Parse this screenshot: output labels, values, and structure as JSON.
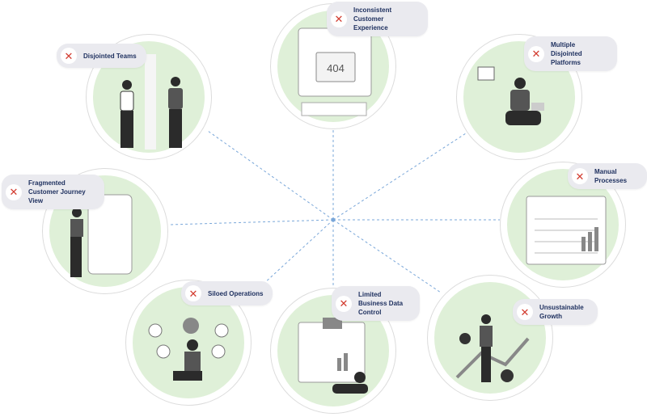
{
  "colors": {
    "accent_red": "#d23a2e",
    "label_text": "#1d2f5e",
    "badge_bg": "#eaeaef",
    "circle_fill": "#dff0d8",
    "connector": "#7aa7d9"
  },
  "nodes": [
    {
      "id": "teams",
      "label": "Disjointed Teams",
      "icon": "x-icon"
    },
    {
      "id": "experience",
      "label": "Inconsistent Customer Experience",
      "icon": "x-icon"
    },
    {
      "id": "platforms",
      "label": "Multiple Disjointed Platforms",
      "icon": "x-icon"
    },
    {
      "id": "journey",
      "label": "Fragmented Customer Journey View",
      "icon": "x-icon"
    },
    {
      "id": "manual",
      "label": "Manual Processes",
      "icon": "x-icon"
    },
    {
      "id": "siloed",
      "label": "Siloed Operations",
      "icon": "x-icon"
    },
    {
      "id": "control",
      "label": "Limited Business Data Control",
      "icon": "x-icon"
    },
    {
      "id": "growth",
      "label": "Unsustainable Growth",
      "icon": "x-icon"
    }
  ],
  "illustration_text": {
    "error_code": "404"
  }
}
